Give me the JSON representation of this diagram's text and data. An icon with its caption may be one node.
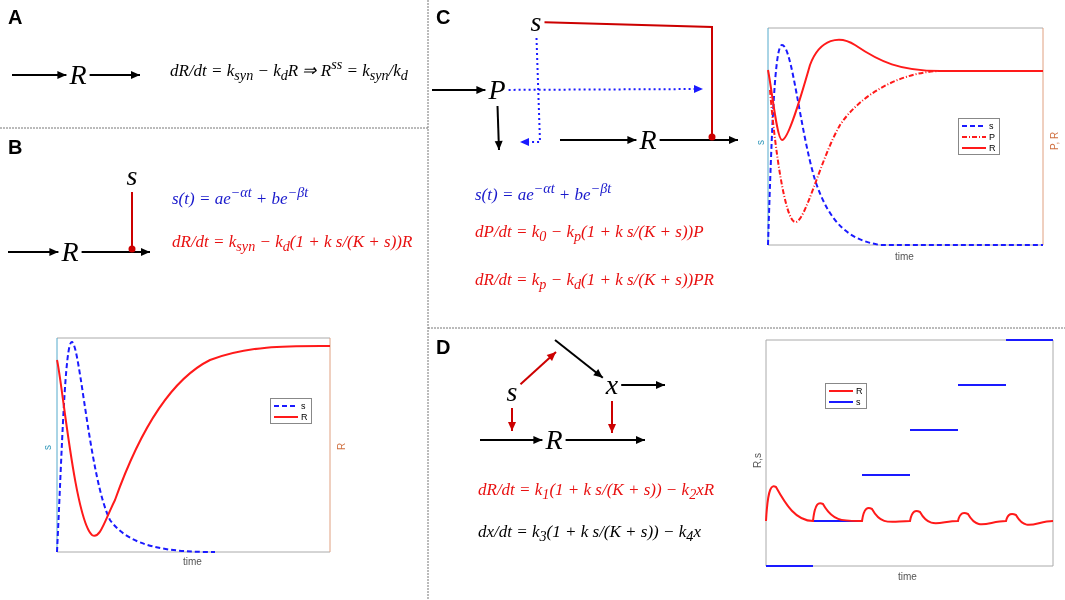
{
  "diagram": {
    "nodes": [
      {
        "text": [
          "R"
        ]
      },
      {
        "text": [
          "s"
        ]
      },
      {
        "text": [
          "R"
        ]
      },
      {
        "text": [
          "s"
        ]
      },
      {
        "text": [
          "P"
        ]
      },
      {
        "text": [
          "R"
        ]
      },
      {
        "text": [
          "x"
        ]
      },
      {
        "text": [
          "s"
        ]
      },
      {
        "text": [
          "R"
        ]
      }
    ],
    "edges": [
      {
        "from": null,
        "to": 0,
        "arrow": "to"
      },
      {
        "from": 0,
        "to": null,
        "arrow": "to"
      },
      {
        "from": null,
        "to": 2,
        "arrow": "to"
      },
      {
        "from": 2,
        "to": null,
        "arrow": "to"
      },
      {
        "from": 1,
        "to": null,
        "arrow": "other",
        "color": "#cc0000"
      },
      {
        "from": null,
        "to": 4,
        "arrow": "to"
      },
      {
        "from": 4,
        "to": null,
        "arrow": "to"
      },
      {
        "from": null,
        "to": 5,
        "arrow": "to"
      },
      {
        "from": 5,
        "to": null,
        "arrow": "to"
      },
      {
        "from": 3,
        "to": null,
        "arrow": "other",
        "color": "#cc0000"
      },
      {
        "from": 4,
        "to": null,
        "arrow": "to",
        "style": "dashed",
        "color": "#1a1aff"
      },
      {
        "from": 3,
        "to": null,
        "arrow": "to",
        "style": "dashed",
        "color": "#1a1aff"
      },
      {
        "from": 7,
        "to": null,
        "arrow": "to",
        "color": "#cc0000"
      },
      {
        "from": null,
        "to": 6,
        "arrow": "to"
      },
      {
        "from": 6,
        "to": null,
        "arrow": "to"
      },
      {
        "from": null,
        "to": 8,
        "arrow": "to"
      },
      {
        "from": 8,
        "to": null,
        "arrow": "to"
      },
      {
        "from": 7,
        "to": null,
        "arrow": "to",
        "color": "#cc0000"
      },
      {
        "from": 6,
        "to": null,
        "arrow": "to",
        "color": "#cc0000"
      }
    ],
    "labels": [
      "A",
      "dR/dt = k$_{syn}$ − k$_{d}$R ⇒ R$^{ss}$ = k$_{syn}$/k$_{d}$",
      "B",
      "s(t) = ae$^{−αt}$ + be$^{−βt}$",
      "dR/dt = k$_{syn}$ − k$_{d}$(1 + k s/(K + s))R",
      "s",
      "R",
      "time",
      "C",
      "s(t) = ae$^{−αt}$ + be$^{−βt}$",
      "dP/dt = k$_{0}$ − k$_{p}$(1 + k s/(K + s))P",
      "dR/dt = k$_{p}$ − k$_{d}$(1 + k s/(K + s))PR",
      "s",
      "P, R",
      "time",
      "D",
      "dR/dt = k$_{1}$(1 + k s/(K + s)) − k$_{2}$xR",
      "dx/dt = k$_{3}$(1 + k s/(K + s)) − k$_{4}$x",
      "R,s",
      "time"
    ],
    "legend": [
      {
        "text": "s"
      },
      {
        "text": "R"
      },
      {
        "text": "s"
      },
      {
        "text": "P"
      },
      {
        "text": "R"
      },
      {
        "text": "R"
      },
      {
        "text": "s"
      }
    ]
  }
}
